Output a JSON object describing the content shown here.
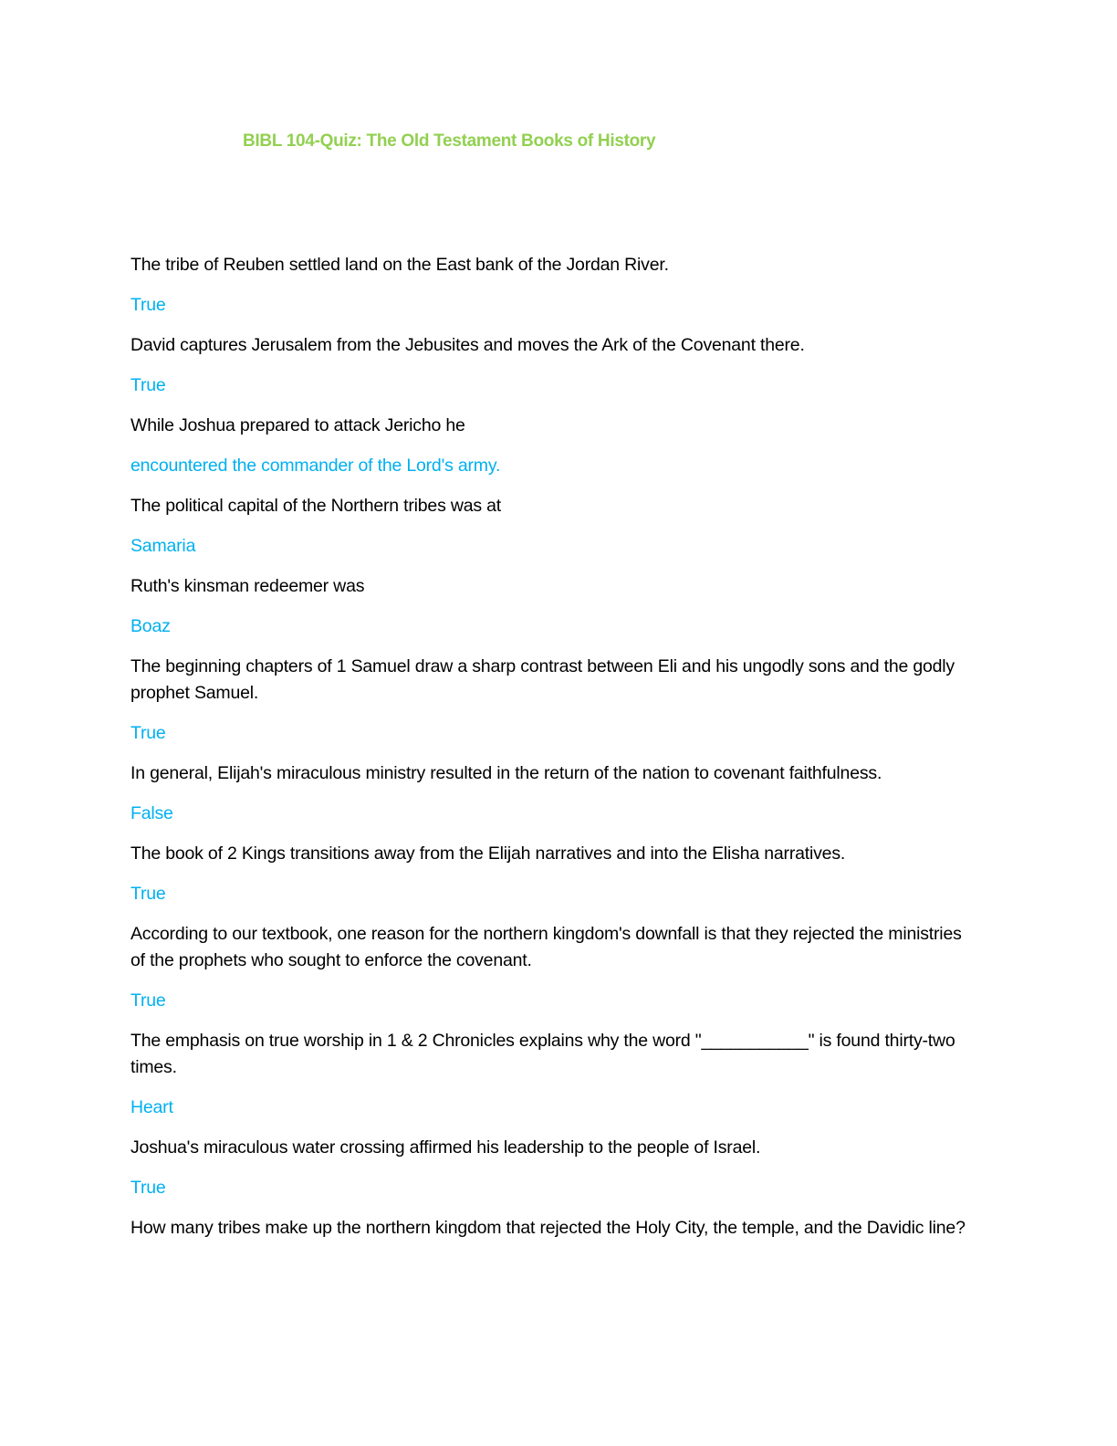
{
  "document": {
    "title": "BIBL 104-Quiz: The Old Testament Books of History"
  },
  "items": [
    {
      "question": "The tribe of Reuben settled land on the East bank of the Jordan River.",
      "answer": "True"
    },
    {
      "question": "David captures Jerusalem from the Jebusites and moves the Ark of the Covenant there.",
      "answer": "True"
    },
    {
      "question": "While Joshua prepared to attack Jericho he",
      "answer": "encountered the commander of the Lord's army."
    },
    {
      "question": "The political capital of the Northern tribes was at",
      "answer": "Samaria"
    },
    {
      "question": "Ruth's kinsman redeemer was",
      "answer": "Boaz"
    },
    {
      "question": "The beginning chapters of 1 Samuel draw a sharp contrast between Eli and his ungodly sons and the godly prophet Samuel.",
      "answer": "True"
    },
    {
      "question": "In general, Elijah's miraculous ministry resulted in the return of the nation to covenant faithfulness.",
      "answer": "False"
    },
    {
      "question": "The book of 2 Kings transitions away from the Elijah narratives and into the Elisha narratives.",
      "answer": "True"
    },
    {
      "question": "According to our textbook, one reason for the northern kingdom's downfall is that they rejected the ministries of the prophets who sought to enforce the covenant.",
      "answer": "True"
    },
    {
      "question": "The emphasis on true worship in 1 & 2 Chronicles explains why the word \"___________\" is found thirty-two times.",
      "answer": "Heart"
    },
    {
      "question": "Joshua's miraculous water crossing affirmed his leadership to the people of Israel.",
      "answer": "True"
    },
    {
      "question": "How many tribes make up the northern kingdom that rejected the Holy City, the temple, and the Davidic line?",
      "answer": ""
    }
  ],
  "colors": {
    "title": "#92d050",
    "question": "#000000",
    "answer": "#00b0f0"
  }
}
